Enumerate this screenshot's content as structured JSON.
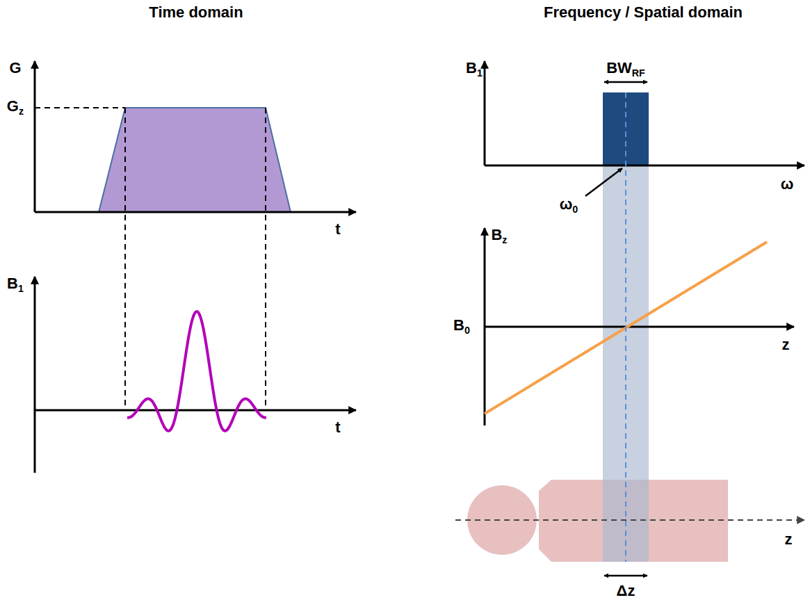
{
  "diagram": {
    "labels": [
      "Time domain",
      "Frequency / Spatial domain",
      "G",
      "Gz",
      "t",
      "B1",
      "t",
      "B1",
      "BWRF",
      "ω0",
      "ω",
      "Bz",
      "B0",
      "z",
      "z",
      "Δz"
    ]
  }
}
